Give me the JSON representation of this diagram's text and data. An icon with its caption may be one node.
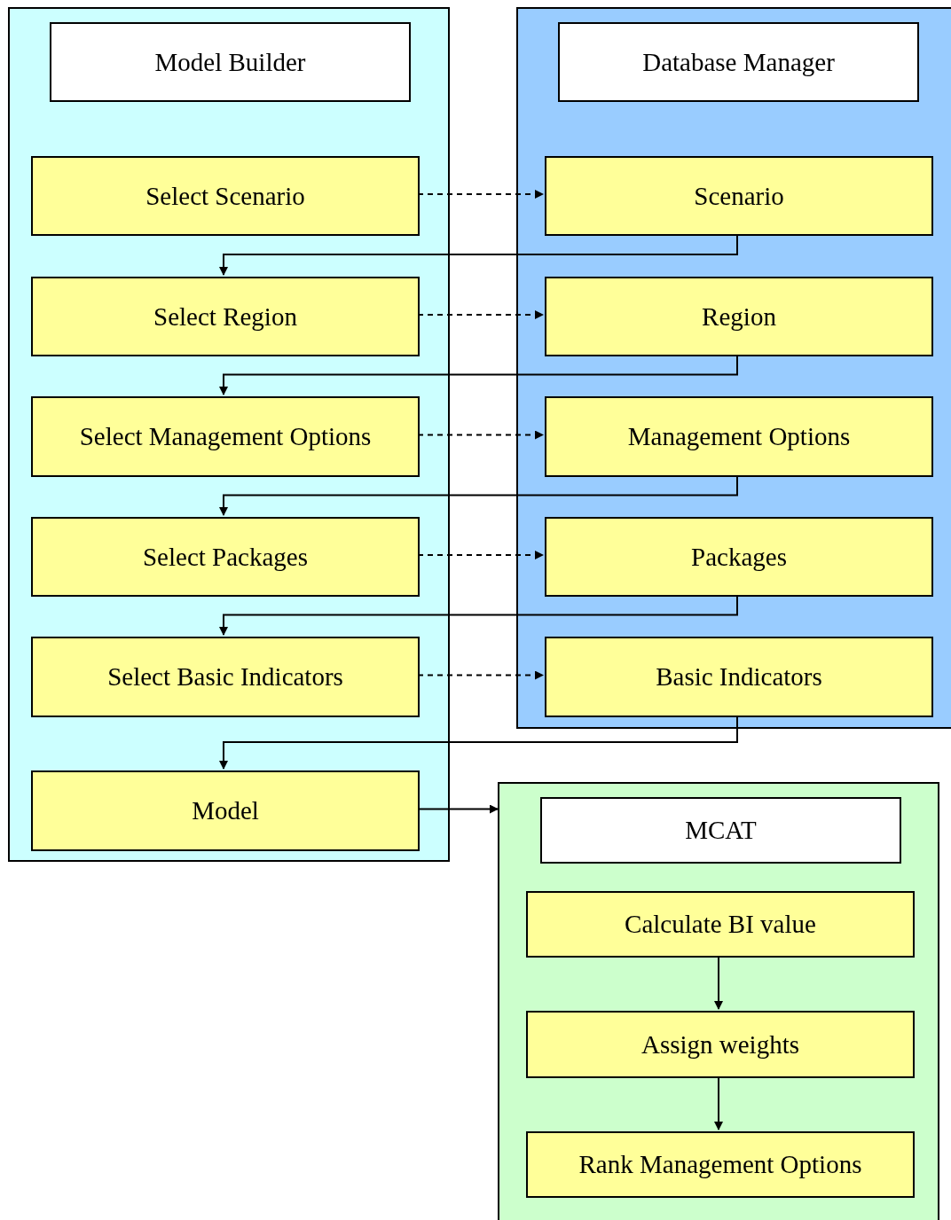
{
  "diagram": {
    "nodes": [
      {
        "text": [
          "Model Builder"
        ]
      },
      {
        "text": [
          "Select Scenario"
        ],
        "in": 0
      },
      {
        "text": [
          "Select Region"
        ],
        "in": 0
      },
      {
        "text": [
          "Select Management Options"
        ],
        "in": 0
      },
      {
        "text": [
          "Select Packages"
        ],
        "in": 0
      },
      {
        "text": [
          "Select Basic Indicators"
        ],
        "in": 0
      },
      {
        "text": [
          "Model"
        ],
        "in": 0
      },
      {
        "text": [
          "Database Manager"
        ]
      },
      {
        "text": [
          "Scenario"
        ],
        "in": 7
      },
      {
        "text": [
          "Region"
        ],
        "in": 7
      },
      {
        "text": [
          "Management Options"
        ],
        "in": 7
      },
      {
        "text": [
          "Packages"
        ],
        "in": 7
      },
      {
        "text": [
          "Basic Indicators"
        ],
        "in": 7
      },
      {
        "text": [
          "MCAT"
        ]
      },
      {
        "text": [
          "Calculate BI value"
        ],
        "in": 13
      },
      {
        "text": [
          "Assign weights"
        ],
        "in": 13
      },
      {
        "text": [
          "Rank Management Options"
        ],
        "in": 13
      }
    ],
    "edges": [
      {
        "from": 1,
        "to": 8,
        "arrow": "to",
        "style": "dashed"
      },
      {
        "from": 8,
        "to": 2,
        "arrow": "to"
      },
      {
        "from": 2,
        "to": 9,
        "arrow": "to",
        "style": "dashed"
      },
      {
        "from": 9,
        "to": 3,
        "arrow": "to"
      },
      {
        "from": 3,
        "to": 10,
        "arrow": "to",
        "style": "dashed"
      },
      {
        "from": 10,
        "to": 4,
        "arrow": "to"
      },
      {
        "from": 4,
        "to": 11,
        "arrow": "to",
        "style": "dashed"
      },
      {
        "from": 11,
        "to": 5,
        "arrow": "to"
      },
      {
        "from": 5,
        "to": 12,
        "arrow": "to",
        "style": "dashed"
      },
      {
        "from": 12,
        "to": 6,
        "arrow": "to"
      },
      {
        "from": 6,
        "to": 13,
        "arrow": "to"
      },
      {
        "from": 14,
        "to": 15,
        "arrow": "to"
      },
      {
        "from": 15,
        "to": 16,
        "arrow": "to"
      }
    ]
  }
}
